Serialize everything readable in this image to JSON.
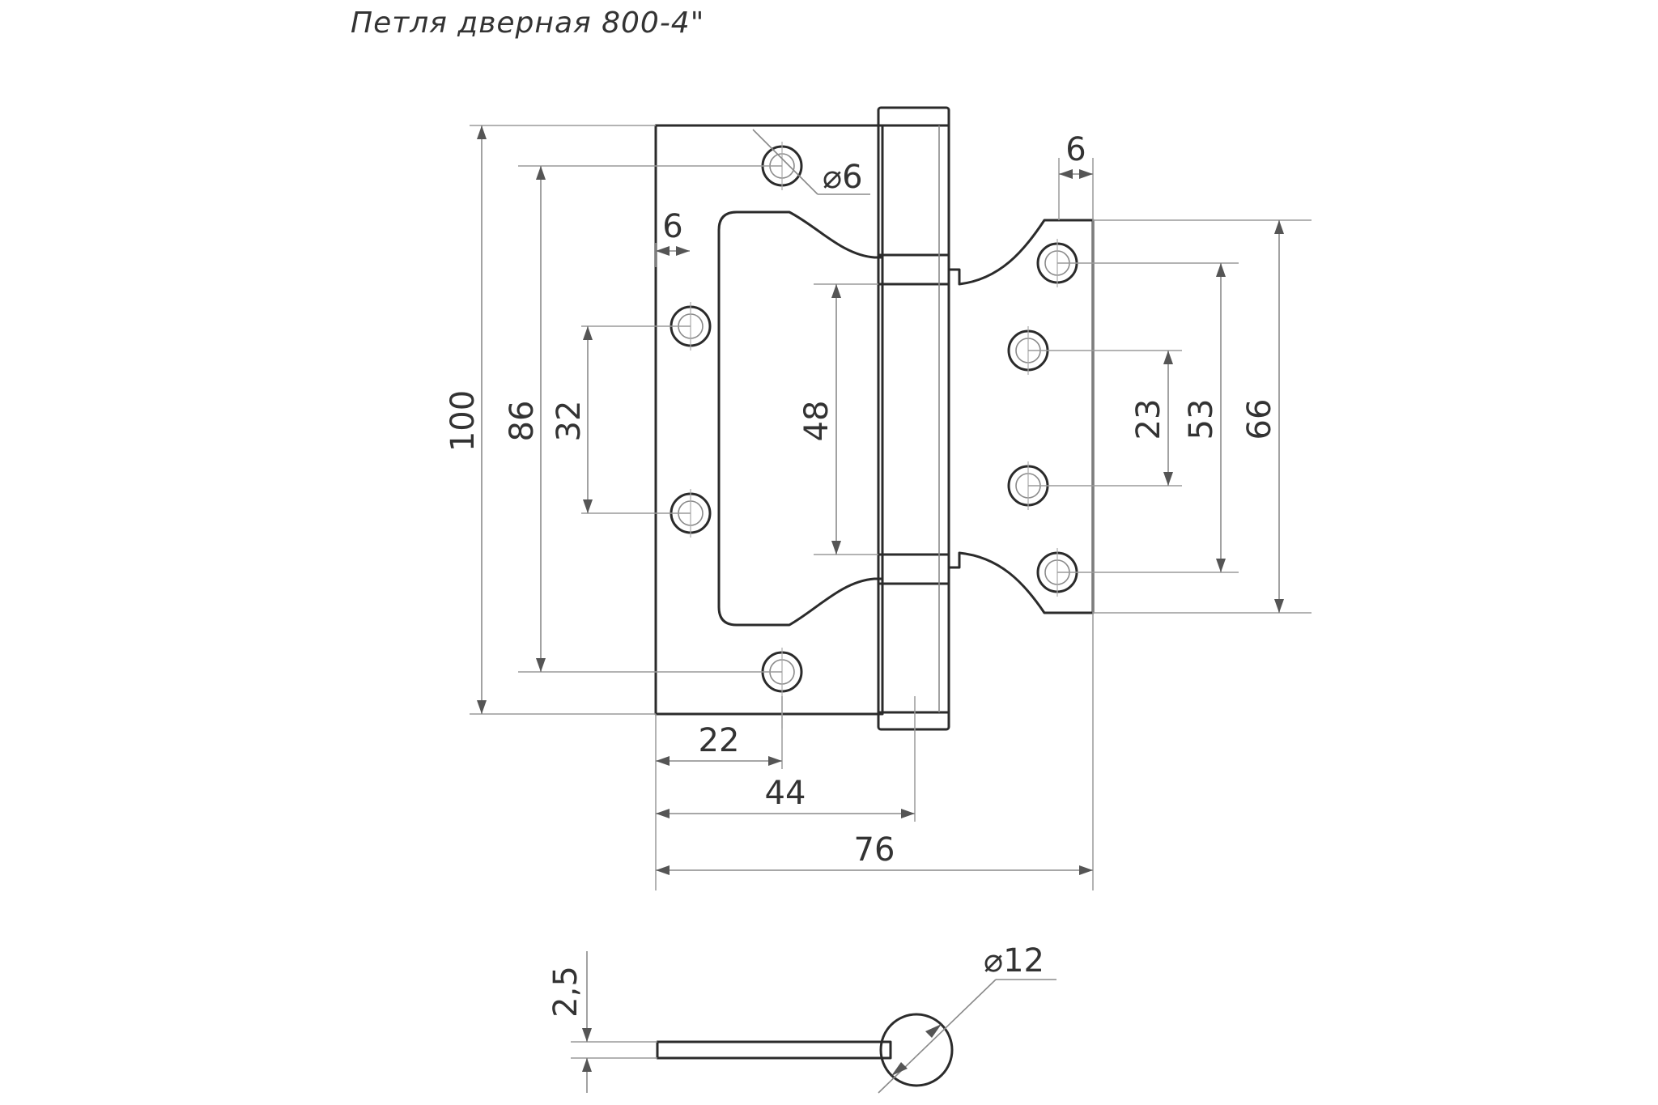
{
  "title": "Петля  дверная 800-4\"",
  "dimensions": {
    "total_height": "100",
    "outer_hole_spacing": "86",
    "inner_hole_spacing": "32",
    "knuckle_gap": "48",
    "left_edge_offset": "6",
    "top_hole_diameter": "⌀6",
    "right_edge_offset": "6",
    "right_inner_spacing": "23",
    "right_outer_spacing": "53",
    "right_leaf_height": "66",
    "hole_x_offset": "22",
    "axis_x_offset": "44",
    "total_width": "76",
    "leaf_thickness": "2,5",
    "knuckle_diameter": "⌀12"
  },
  "colors": {
    "line": "#2b2b2b",
    "dimension_line": "#8a8a8a",
    "text": "#333333"
  }
}
